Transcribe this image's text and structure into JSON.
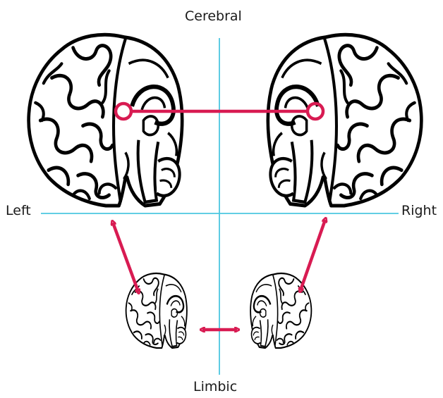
{
  "diagram": {
    "axis_labels": {
      "top": "Cerebral",
      "bottom": "Limbic",
      "left": "Left",
      "right": "Right"
    },
    "colors": {
      "axis": "#4cc7e0",
      "connector": "#d81b52",
      "brain_fill": "#ffffff",
      "brain_outline": "#000000",
      "background": "#ffffff"
    },
    "quadrants": [
      {
        "name": "cerebral-left",
        "icon": "brain-medial-view-icon",
        "size": "large",
        "facing": "right"
      },
      {
        "name": "cerebral-right",
        "icon": "brain-medial-view-icon",
        "size": "large",
        "facing": "left"
      },
      {
        "name": "limbic-left",
        "icon": "brain-medial-view-icon",
        "size": "small",
        "facing": "right"
      },
      {
        "name": "limbic-right",
        "icon": "brain-medial-view-icon",
        "size": "small",
        "facing": "left"
      }
    ],
    "connectors": [
      {
        "name": "cerebral-link",
        "type": "line-with-circle-ends",
        "from": "cerebral-left",
        "to": "cerebral-right"
      },
      {
        "name": "left-vertical-link",
        "type": "double-arrow",
        "from": "cerebral-left",
        "to": "limbic-left"
      },
      {
        "name": "right-vertical-link",
        "type": "double-arrow",
        "from": "cerebral-right",
        "to": "limbic-right"
      },
      {
        "name": "limbic-link",
        "type": "double-arrow",
        "from": "limbic-left",
        "to": "limbic-right"
      }
    ]
  }
}
